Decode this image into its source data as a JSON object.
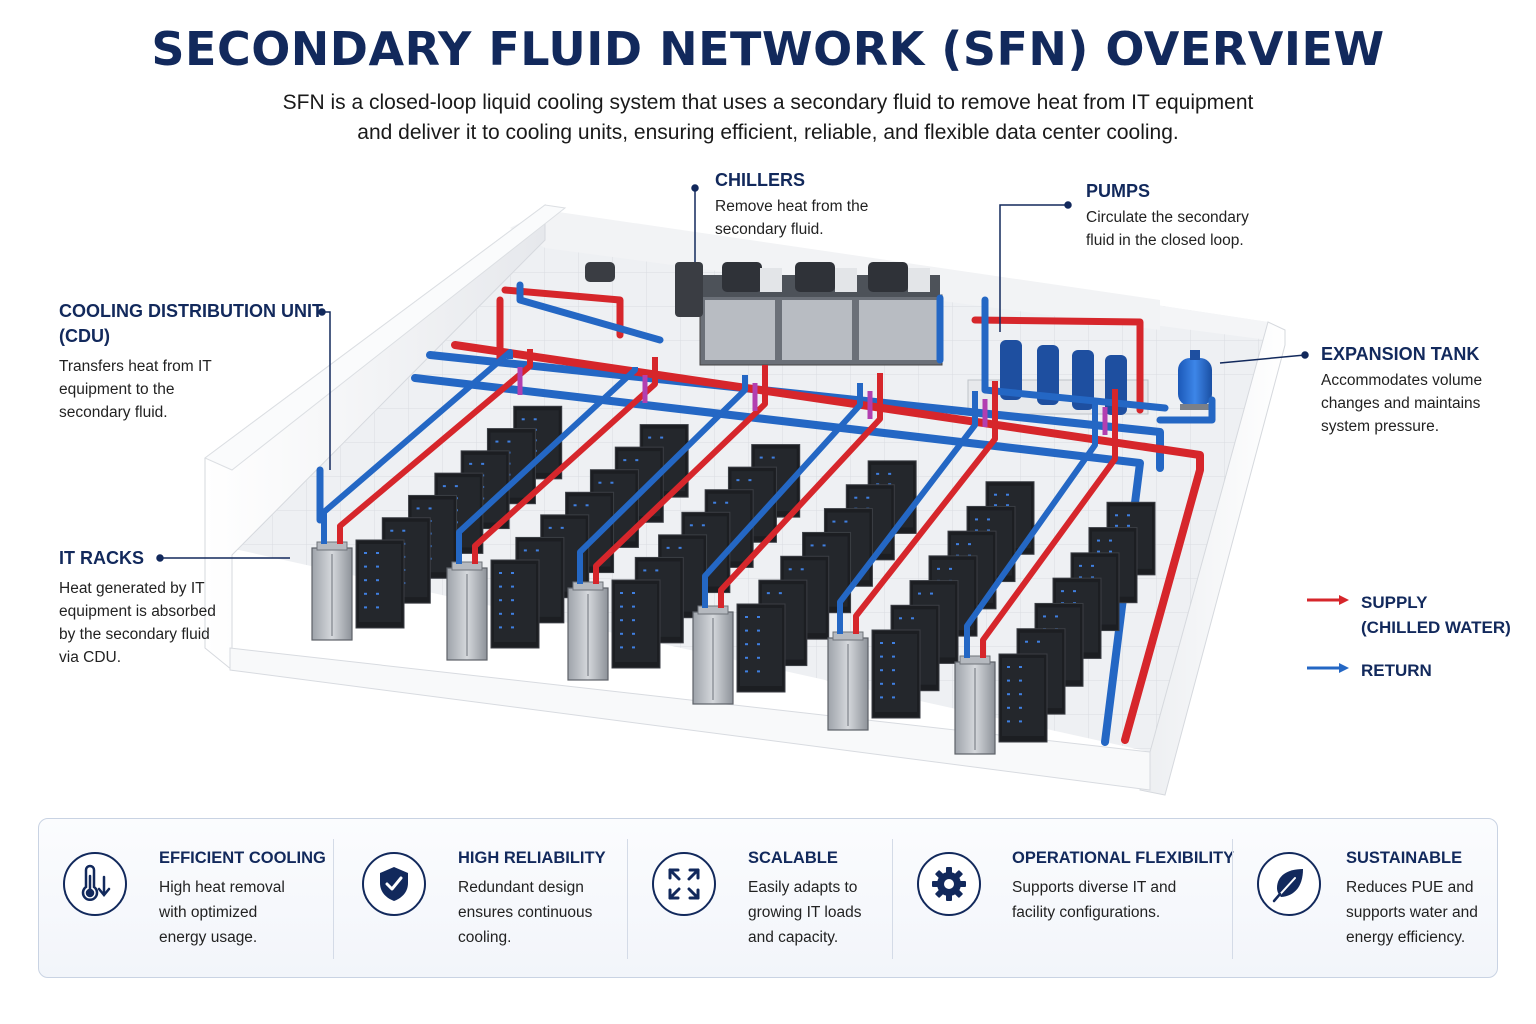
{
  "title": "SECONDARY FLUID NETWORK (SFN) OVERVIEW",
  "subtitle": {
    "line1": "SFN is a closed-loop liquid cooling system that uses a secondary fluid to remove heat from IT equipment",
    "line2": "and deliver it to cooling units, ensuring efficient, reliable, and flexible data center cooling."
  },
  "callouts": {
    "chillers": {
      "title": "CHILLERS",
      "line1": "Remove heat from the",
      "line2": "secondary fluid."
    },
    "pumps": {
      "title": "PUMPS",
      "line1": "Circulate the secondary",
      "line2": "fluid in the closed loop."
    },
    "cdu": {
      "title1": "COOLING DISTRIBUTION UNIT",
      "title2": "(CDU)",
      "line1": "Transfers heat from IT",
      "line2": "equipment to the",
      "line3": "secondary fluid."
    },
    "expansion": {
      "title": "EXPANSION TANK",
      "line1": "Accommodates volume",
      "line2": "changes and maintains",
      "line3": "system pressure."
    },
    "racks": {
      "title": "IT RACKS",
      "line1": "Heat generated by IT",
      "line2": "equipment is absorbed",
      "line3": "by the secondary fluid",
      "line4": "via CDU."
    }
  },
  "legend": {
    "supply1": "SUPPLY",
    "supply2": "(CHILLED WATER)",
    "return": "RETURN",
    "supply_color": "#d6262b",
    "return_color": "#2467c4"
  },
  "features": [
    {
      "icon": "thermometer-icon",
      "title": "EFFICIENT COOLING",
      "line1": "High heat removal",
      "line2": "with optimized",
      "line3": "energy usage."
    },
    {
      "icon": "shield-check-icon",
      "title": "HIGH RELIABILITY",
      "line1": "Redundant design",
      "line2": "ensures continuous",
      "line3": "cooling."
    },
    {
      "icon": "expand-arrows-icon",
      "title": "SCALABLE",
      "line1": "Easily adapts to",
      "line2": "growing IT loads",
      "line3": "and capacity."
    },
    {
      "icon": "gear-icon",
      "title": "OPERATIONAL FLEXIBILITY",
      "line1": "Supports diverse IT and",
      "line2": "facility configurations.",
      "line3": ""
    },
    {
      "icon": "leaf-icon",
      "title": "SUSTAINABLE",
      "line1": "Reduces PUE and",
      "line2": "supports water and",
      "line3": "energy efficiency."
    }
  ]
}
